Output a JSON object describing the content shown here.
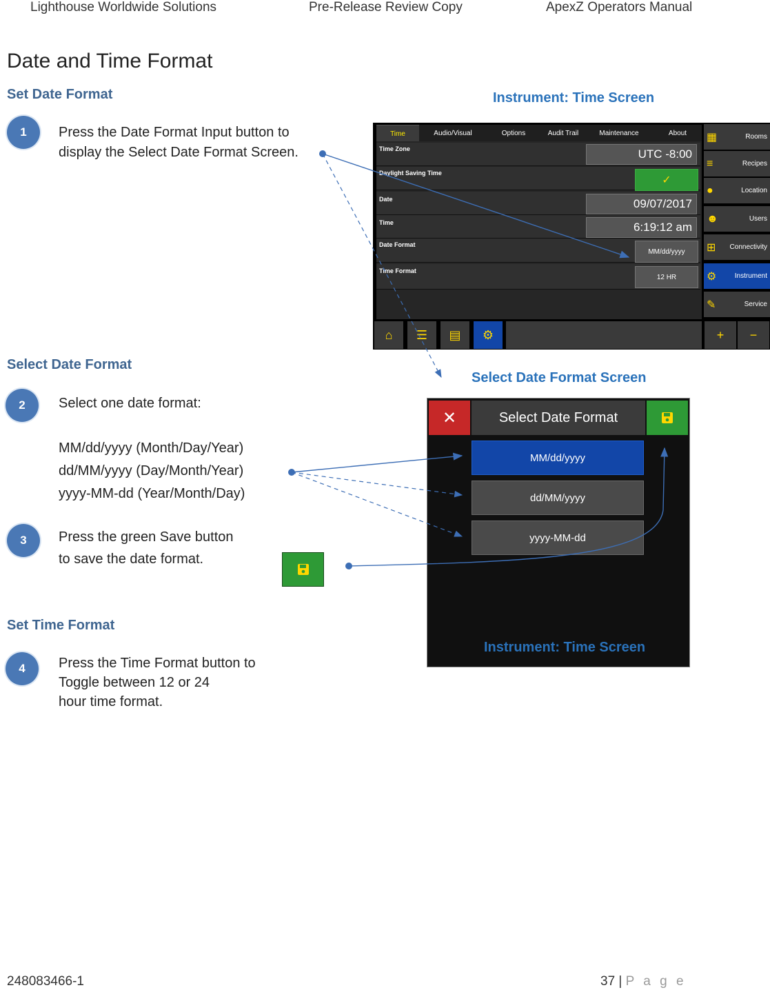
{
  "header": {
    "company": "Lighthouse Worldwide Solutions",
    "copy": "Pre-Release Review Copy",
    "manual": "ApexZ Operators Manual"
  },
  "title": "Date and Time Format",
  "sections": {
    "set_date_format": "Set Date Format",
    "select_date_format": "Select Date Format",
    "set_time_format": "Set Time Format"
  },
  "steps": {
    "s1": {
      "number": "1",
      "lines": [
        "Press the Date Format Input button to",
        "display the Select Date Format Screen."
      ]
    },
    "s2": {
      "number": "2",
      "intro": "Select one date format:",
      "formats": [
        "MM/dd/yyyy  (Month/Day/Year)",
        "dd/MM/yyyy  (Day/Month/Year)",
        "yyyy-MM-dd  (Year/Month/Day)"
      ]
    },
    "s3": {
      "number": "3",
      "lines": [
        "Press the green Save button",
        "to save the date format."
      ]
    },
    "s4": {
      "number": "4",
      "lines": [
        "Press the Time Format button to",
        "Toggle between 12 or 24",
        "hour time format."
      ]
    }
  },
  "captions": {
    "instrument_time": "Instrument: Time Screen",
    "select_date_screen": "Select Date Format Screen",
    "dialog_bottom": "Instrument: Time Screen"
  },
  "instrument_screen": {
    "tabs": [
      "Time",
      "Audio/Visual",
      "Options",
      "Audit Trail",
      "Maintenance",
      "About"
    ],
    "active_tab": "Time",
    "rows": {
      "time_zone": {
        "label": "Time Zone",
        "value": "UTC -8:00"
      },
      "dst": {
        "label": "Daylight Saving Time",
        "value": "✓"
      },
      "date": {
        "label": "Date",
        "value": "09/07/2017"
      },
      "time": {
        "label": "Time",
        "value": "6:19:12 am"
      },
      "date_format": {
        "label": "Date Format",
        "value": "MM/dd/yyyy"
      },
      "time_format": {
        "label": "Time Format",
        "value": "12 HR"
      }
    },
    "sidebar": [
      "Rooms",
      "Recipes",
      "Location",
      "Users",
      "Connectivity",
      "Instrument",
      "Service"
    ],
    "sidebar_icons": [
      "building-icon",
      "list-arrow-icon",
      "pin-icon",
      "users-icon",
      "network-icon",
      "gear-chip-icon",
      "wrench-icon"
    ],
    "active_sidebar": "Instrument",
    "bottom_icons": [
      "home-icon",
      "list-icon",
      "document-icon",
      "gear-icon"
    ],
    "zoom_in": "+",
    "zoom_out": "−",
    "accent": "#ffd700",
    "active_color": "#1246a8"
  },
  "dialog": {
    "title": "Select Date Format",
    "close": "✕",
    "options": [
      "MM/dd/yyyy",
      "dd/MM/yyyy",
      "yyyy-MM-dd"
    ],
    "selected": "MM/dd/yyyy",
    "save_color": "#2e9a36",
    "close_color": "#c62828"
  },
  "footer": {
    "doc_number": "248083466-1",
    "page": "37",
    "separator": "|",
    "page_word": "P a g e"
  }
}
